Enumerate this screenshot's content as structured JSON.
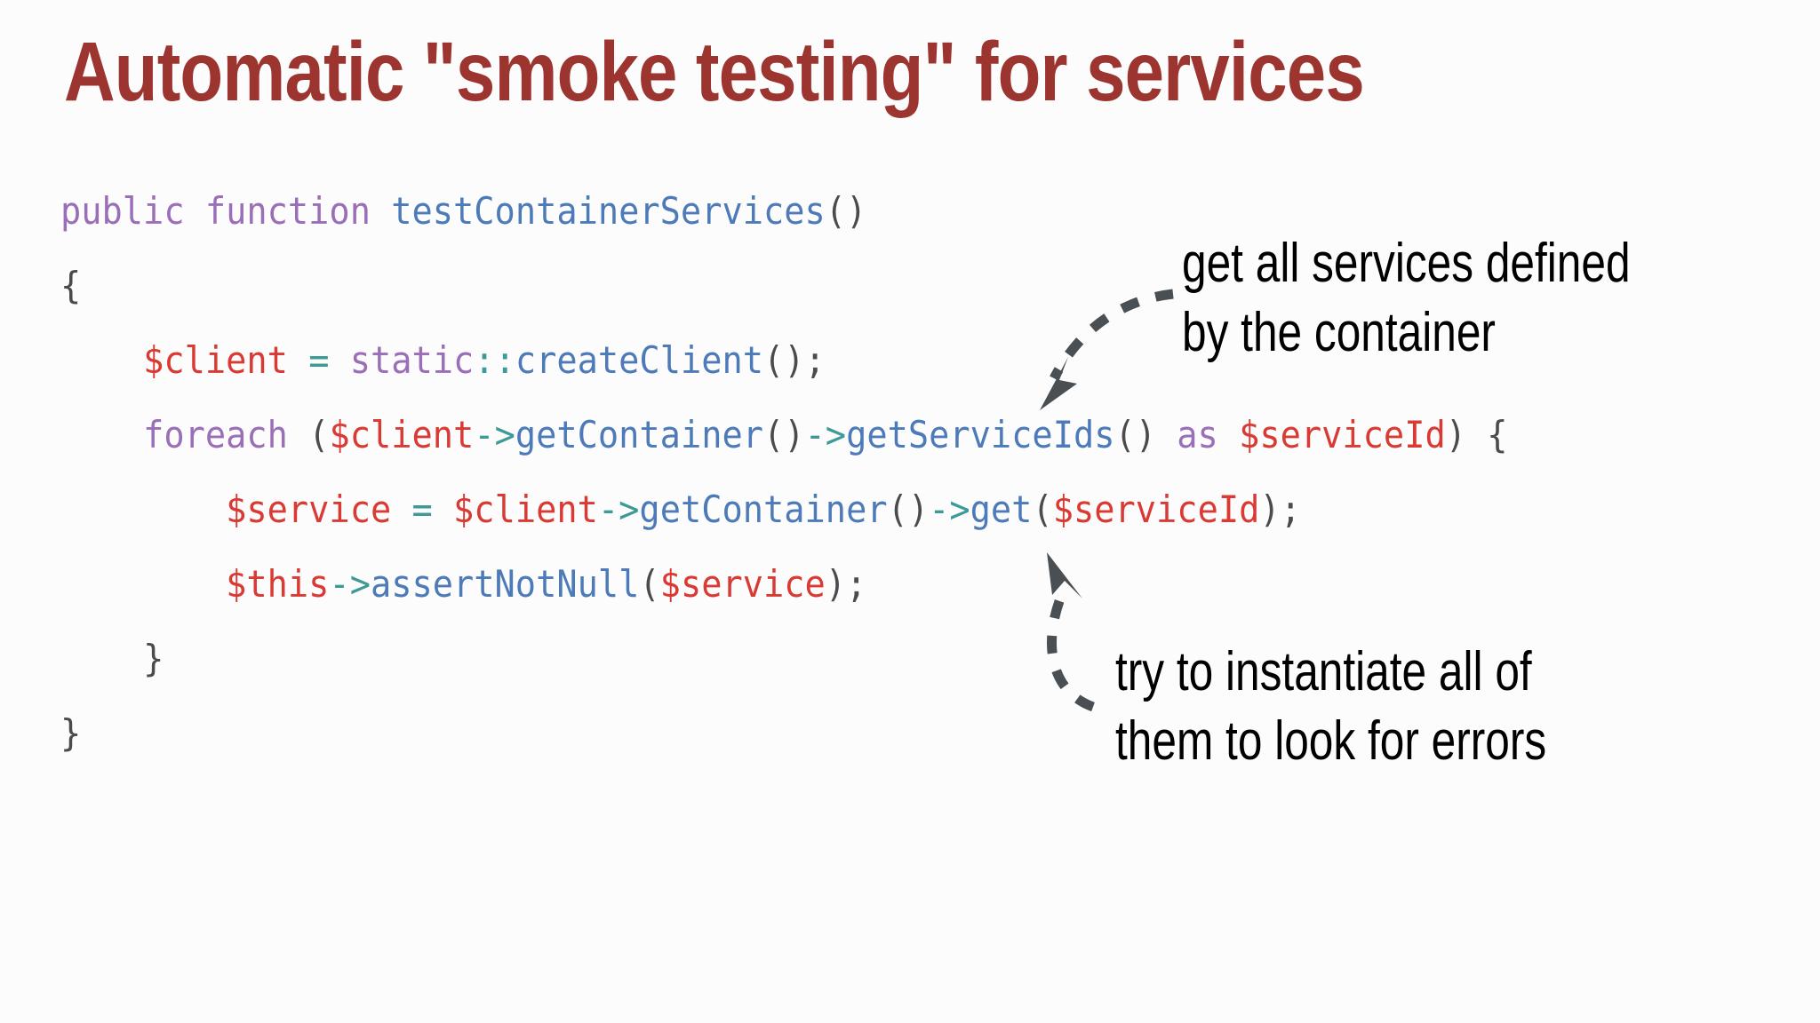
{
  "slide": {
    "title": "Automatic \"smoke testing\" for services",
    "background_color": "#fdfcfc",
    "title_color": "#9c342f"
  },
  "code": {
    "language": "php",
    "colors": {
      "keyword": "#9a6fb8",
      "function": "#4d7ab8",
      "variable": "#d93a33",
      "operator": "#3d9a96",
      "punctuation": "#4a4a4f"
    },
    "lines": [
      {
        "indent": 0,
        "tokens": [
          {
            "t": "public",
            "c": "kw"
          },
          {
            "t": " ",
            "c": "punc"
          },
          {
            "t": "function",
            "c": "kw"
          },
          {
            "t": " ",
            "c": "punc"
          },
          {
            "t": "testContainerServices",
            "c": "fn"
          },
          {
            "t": "()",
            "c": "punc"
          }
        ]
      },
      {
        "indent": 0,
        "tokens": [
          {
            "t": "{",
            "c": "punc"
          }
        ]
      },
      {
        "indent": 1,
        "tokens": [
          {
            "t": "$client",
            "c": "var"
          },
          {
            "t": " ",
            "c": "punc"
          },
          {
            "t": "=",
            "c": "op"
          },
          {
            "t": " ",
            "c": "punc"
          },
          {
            "t": "static",
            "c": "kw"
          },
          {
            "t": "::",
            "c": "op"
          },
          {
            "t": "createClient",
            "c": "fn"
          },
          {
            "t": "();",
            "c": "punc"
          }
        ]
      },
      {
        "indent": 1,
        "tokens": [
          {
            "t": "foreach",
            "c": "kw"
          },
          {
            "t": " (",
            "c": "punc"
          },
          {
            "t": "$client",
            "c": "var"
          },
          {
            "t": "->",
            "c": "op"
          },
          {
            "t": "getContainer",
            "c": "fn"
          },
          {
            "t": "()",
            "c": "punc"
          },
          {
            "t": "->",
            "c": "op"
          },
          {
            "t": "getServiceIds",
            "c": "fn"
          },
          {
            "t": "() ",
            "c": "punc"
          },
          {
            "t": "as",
            "c": "kw"
          },
          {
            "t": " ",
            "c": "punc"
          },
          {
            "t": "$serviceId",
            "c": "var"
          },
          {
            "t": ") {",
            "c": "punc"
          }
        ]
      },
      {
        "indent": 2,
        "tokens": [
          {
            "t": "$service",
            "c": "var"
          },
          {
            "t": " ",
            "c": "punc"
          },
          {
            "t": "=",
            "c": "op"
          },
          {
            "t": " ",
            "c": "punc"
          },
          {
            "t": "$client",
            "c": "var"
          },
          {
            "t": "->",
            "c": "op"
          },
          {
            "t": "getContainer",
            "c": "fn"
          },
          {
            "t": "()",
            "c": "punc"
          },
          {
            "t": "->",
            "c": "op"
          },
          {
            "t": "get",
            "c": "fn"
          },
          {
            "t": "(",
            "c": "punc"
          },
          {
            "t": "$serviceId",
            "c": "var"
          },
          {
            "t": ");",
            "c": "punc"
          }
        ]
      },
      {
        "indent": 2,
        "tokens": [
          {
            "t": "$this",
            "c": "var"
          },
          {
            "t": "->",
            "c": "op"
          },
          {
            "t": "assertNotNull",
            "c": "fn"
          },
          {
            "t": "(",
            "c": "punc"
          },
          {
            "t": "$service",
            "c": "var"
          },
          {
            "t": ");",
            "c": "punc"
          }
        ]
      },
      {
        "indent": 1,
        "tokens": [
          {
            "t": "}",
            "c": "punc"
          }
        ]
      },
      {
        "indent": 0,
        "tokens": [
          {
            "t": "}",
            "c": "punc"
          }
        ]
      }
    ]
  },
  "annotations": [
    {
      "id": "annot-1",
      "text": "get all services defined\nby the container",
      "points_to": "getServiceIds()",
      "arrow_color": "#4a4f54"
    },
    {
      "id": "annot-2",
      "text": "try to instantiate all of\nthem to look for errors",
      "points_to": "get($serviceId)",
      "arrow_color": "#4a4f54"
    }
  ]
}
